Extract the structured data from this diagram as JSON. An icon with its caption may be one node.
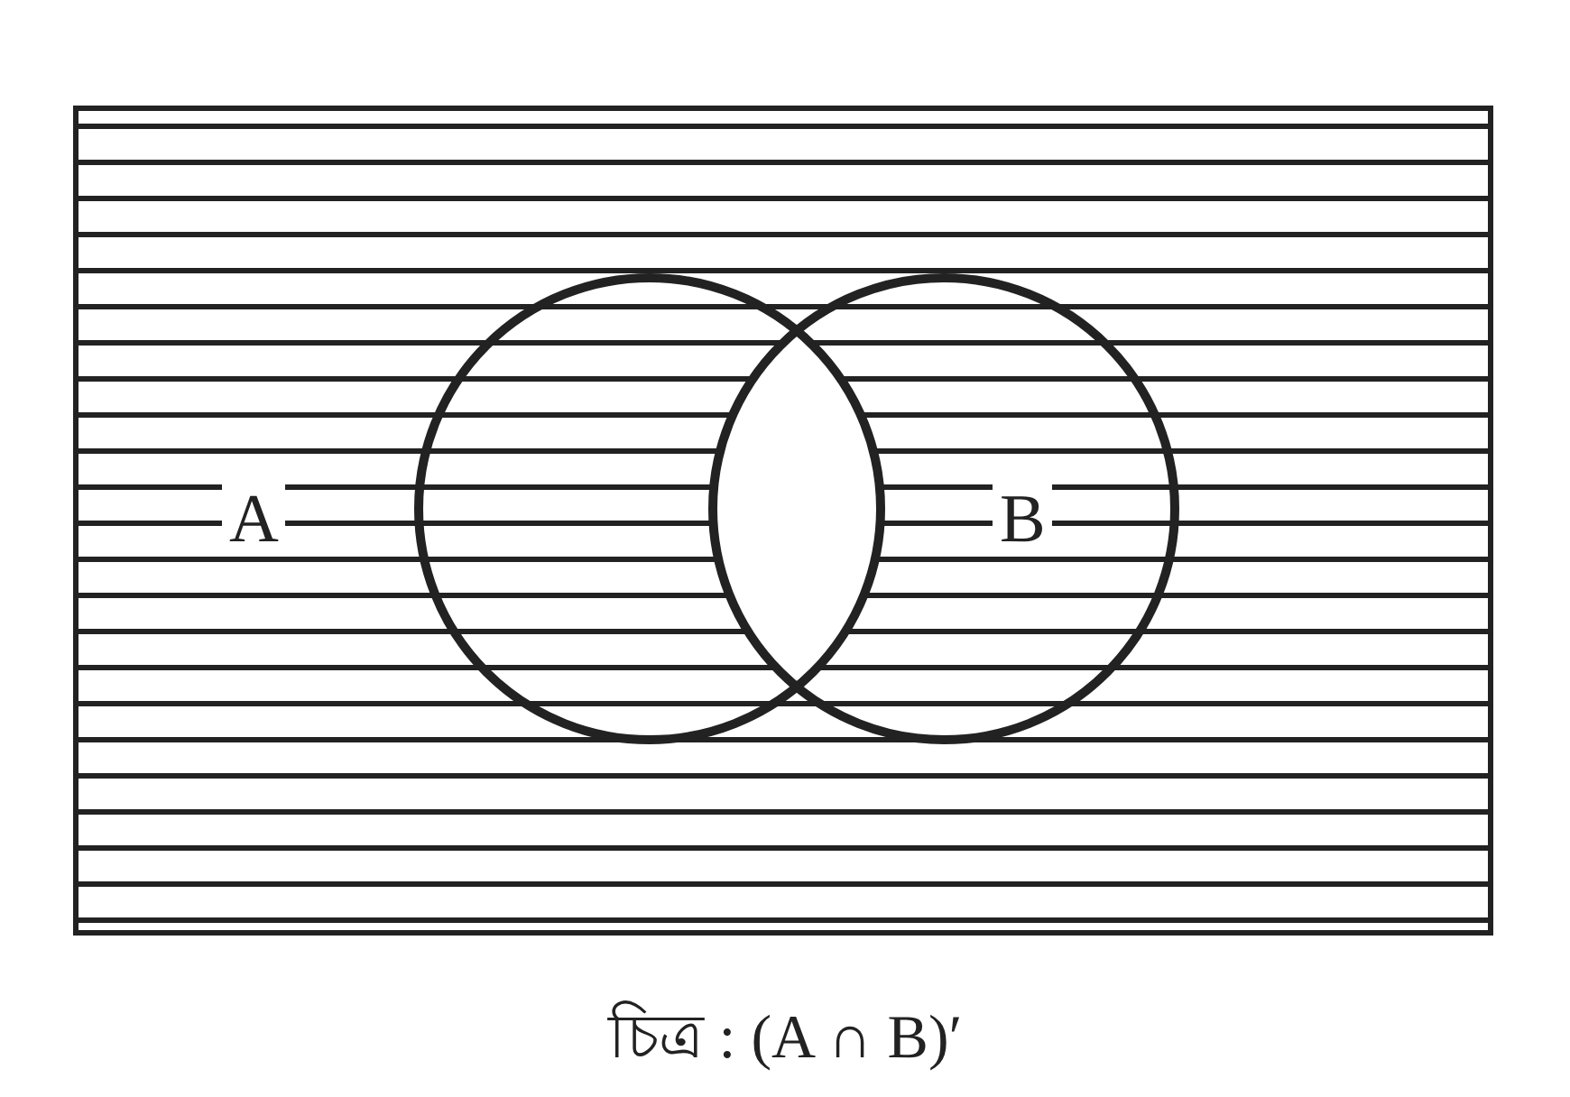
{
  "diagram": {
    "caption": "চিত্র : (A ∩ B)′",
    "labels": [
      "A",
      "B"
    ]
  }
}
